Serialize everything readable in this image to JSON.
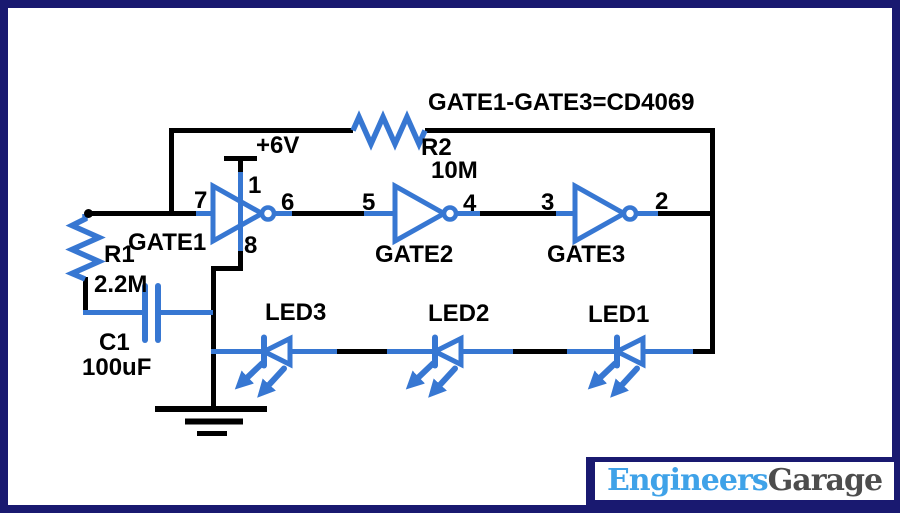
{
  "schematic": {
    "note": "GATE1-GATE3=CD4069",
    "power_label": "+6V",
    "gates": {
      "gate1": {
        "label": "GATE1",
        "pin_input": "7",
        "pin_output": "6",
        "pin_top": "1",
        "pin_bottom": "8"
      },
      "gate2": {
        "label": "GATE2",
        "pin_input": "5",
        "pin_output": "4"
      },
      "gate3": {
        "label": "GATE3",
        "pin_input": "3",
        "pin_output": "2"
      }
    },
    "resistors": {
      "r1": {
        "ref": "R1",
        "value": "2.2M"
      },
      "r2": {
        "ref": "R2",
        "value": "10M"
      }
    },
    "capacitor": {
      "ref": "C1",
      "value": "100uF"
    },
    "leds": {
      "led1": {
        "label": "LED1"
      },
      "led2": {
        "label": "LED2"
      },
      "led3": {
        "label": "LED3"
      }
    }
  },
  "branding": {
    "name_primary": "Engineers",
    "name_secondary": "Garage"
  },
  "colors": {
    "circuit_blue": "#3777d2",
    "wire_black": "#000000",
    "border_navy": "#191970",
    "logo_blue": "#3fa2e8",
    "logo_gray": "#4d4d4d",
    "background": "#ffffff"
  }
}
